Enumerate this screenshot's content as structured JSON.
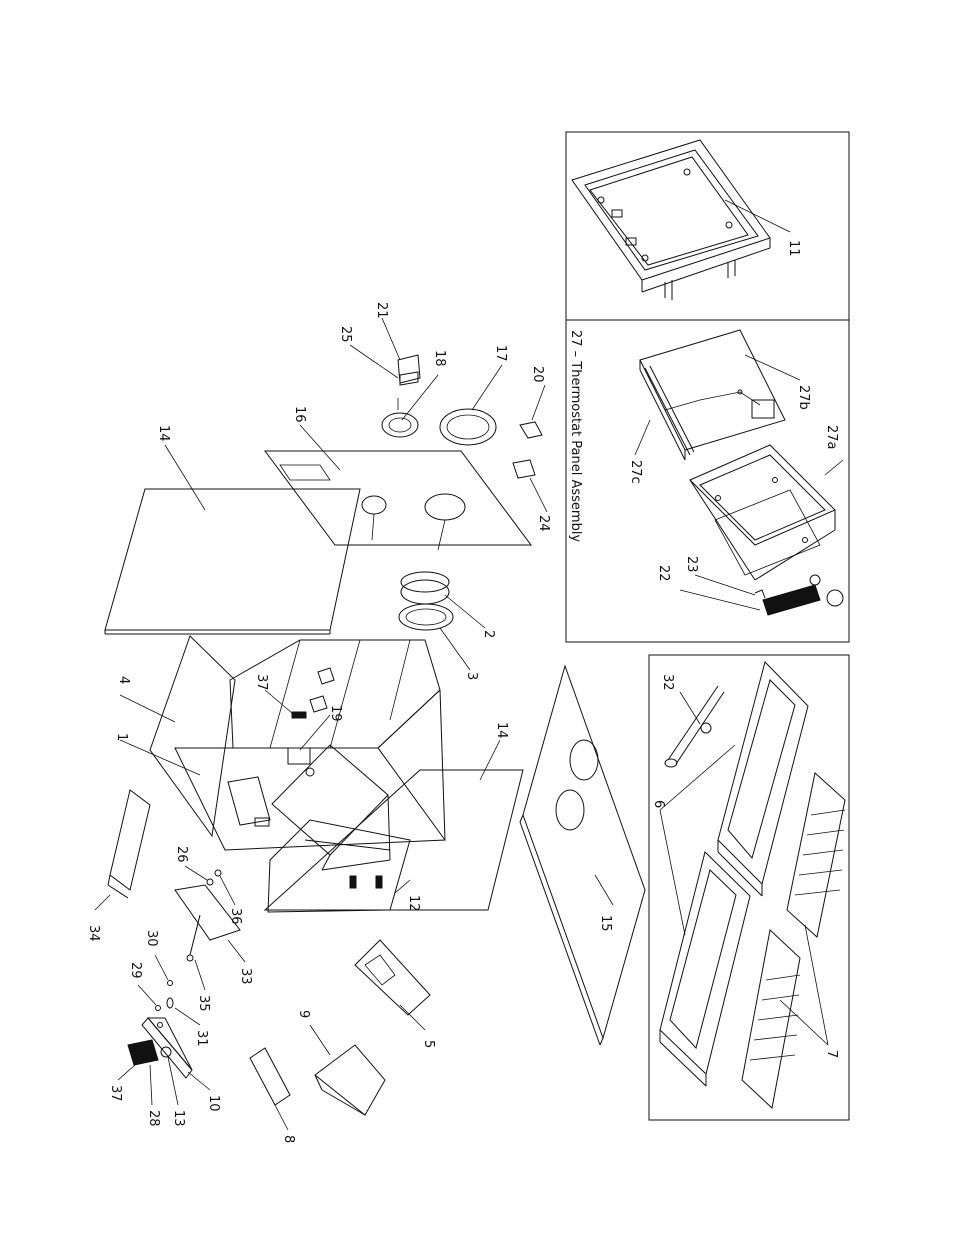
{
  "callouts": {
    "p1": "1",
    "p2": "2",
    "p3": "3",
    "p4": "4",
    "p5": "5",
    "p6": "6",
    "p7": "7",
    "p8": "8",
    "p9": "9",
    "p10": "10",
    "p11": "11",
    "p12": "12",
    "p13": "13",
    "p14a": "14",
    "p14b": "14",
    "p15": "15",
    "p16": "16",
    "p17": "17",
    "p18": "18",
    "p19": "19",
    "p20": "20",
    "p21": "21",
    "p22": "22",
    "p23": "23",
    "p24": "24",
    "p25": "25",
    "p26": "26",
    "p27a": "27a",
    "p27b": "27b",
    "p27c": "27c",
    "p28": "28",
    "p29": "29",
    "p30": "30",
    "p31": "31",
    "p32": "32",
    "p33": "33",
    "p34": "34",
    "p35": "35",
    "p36": "36",
    "p37a": "37",
    "p37b": "37"
  },
  "panel_title": "27 – Thermostat Panel Assembly"
}
